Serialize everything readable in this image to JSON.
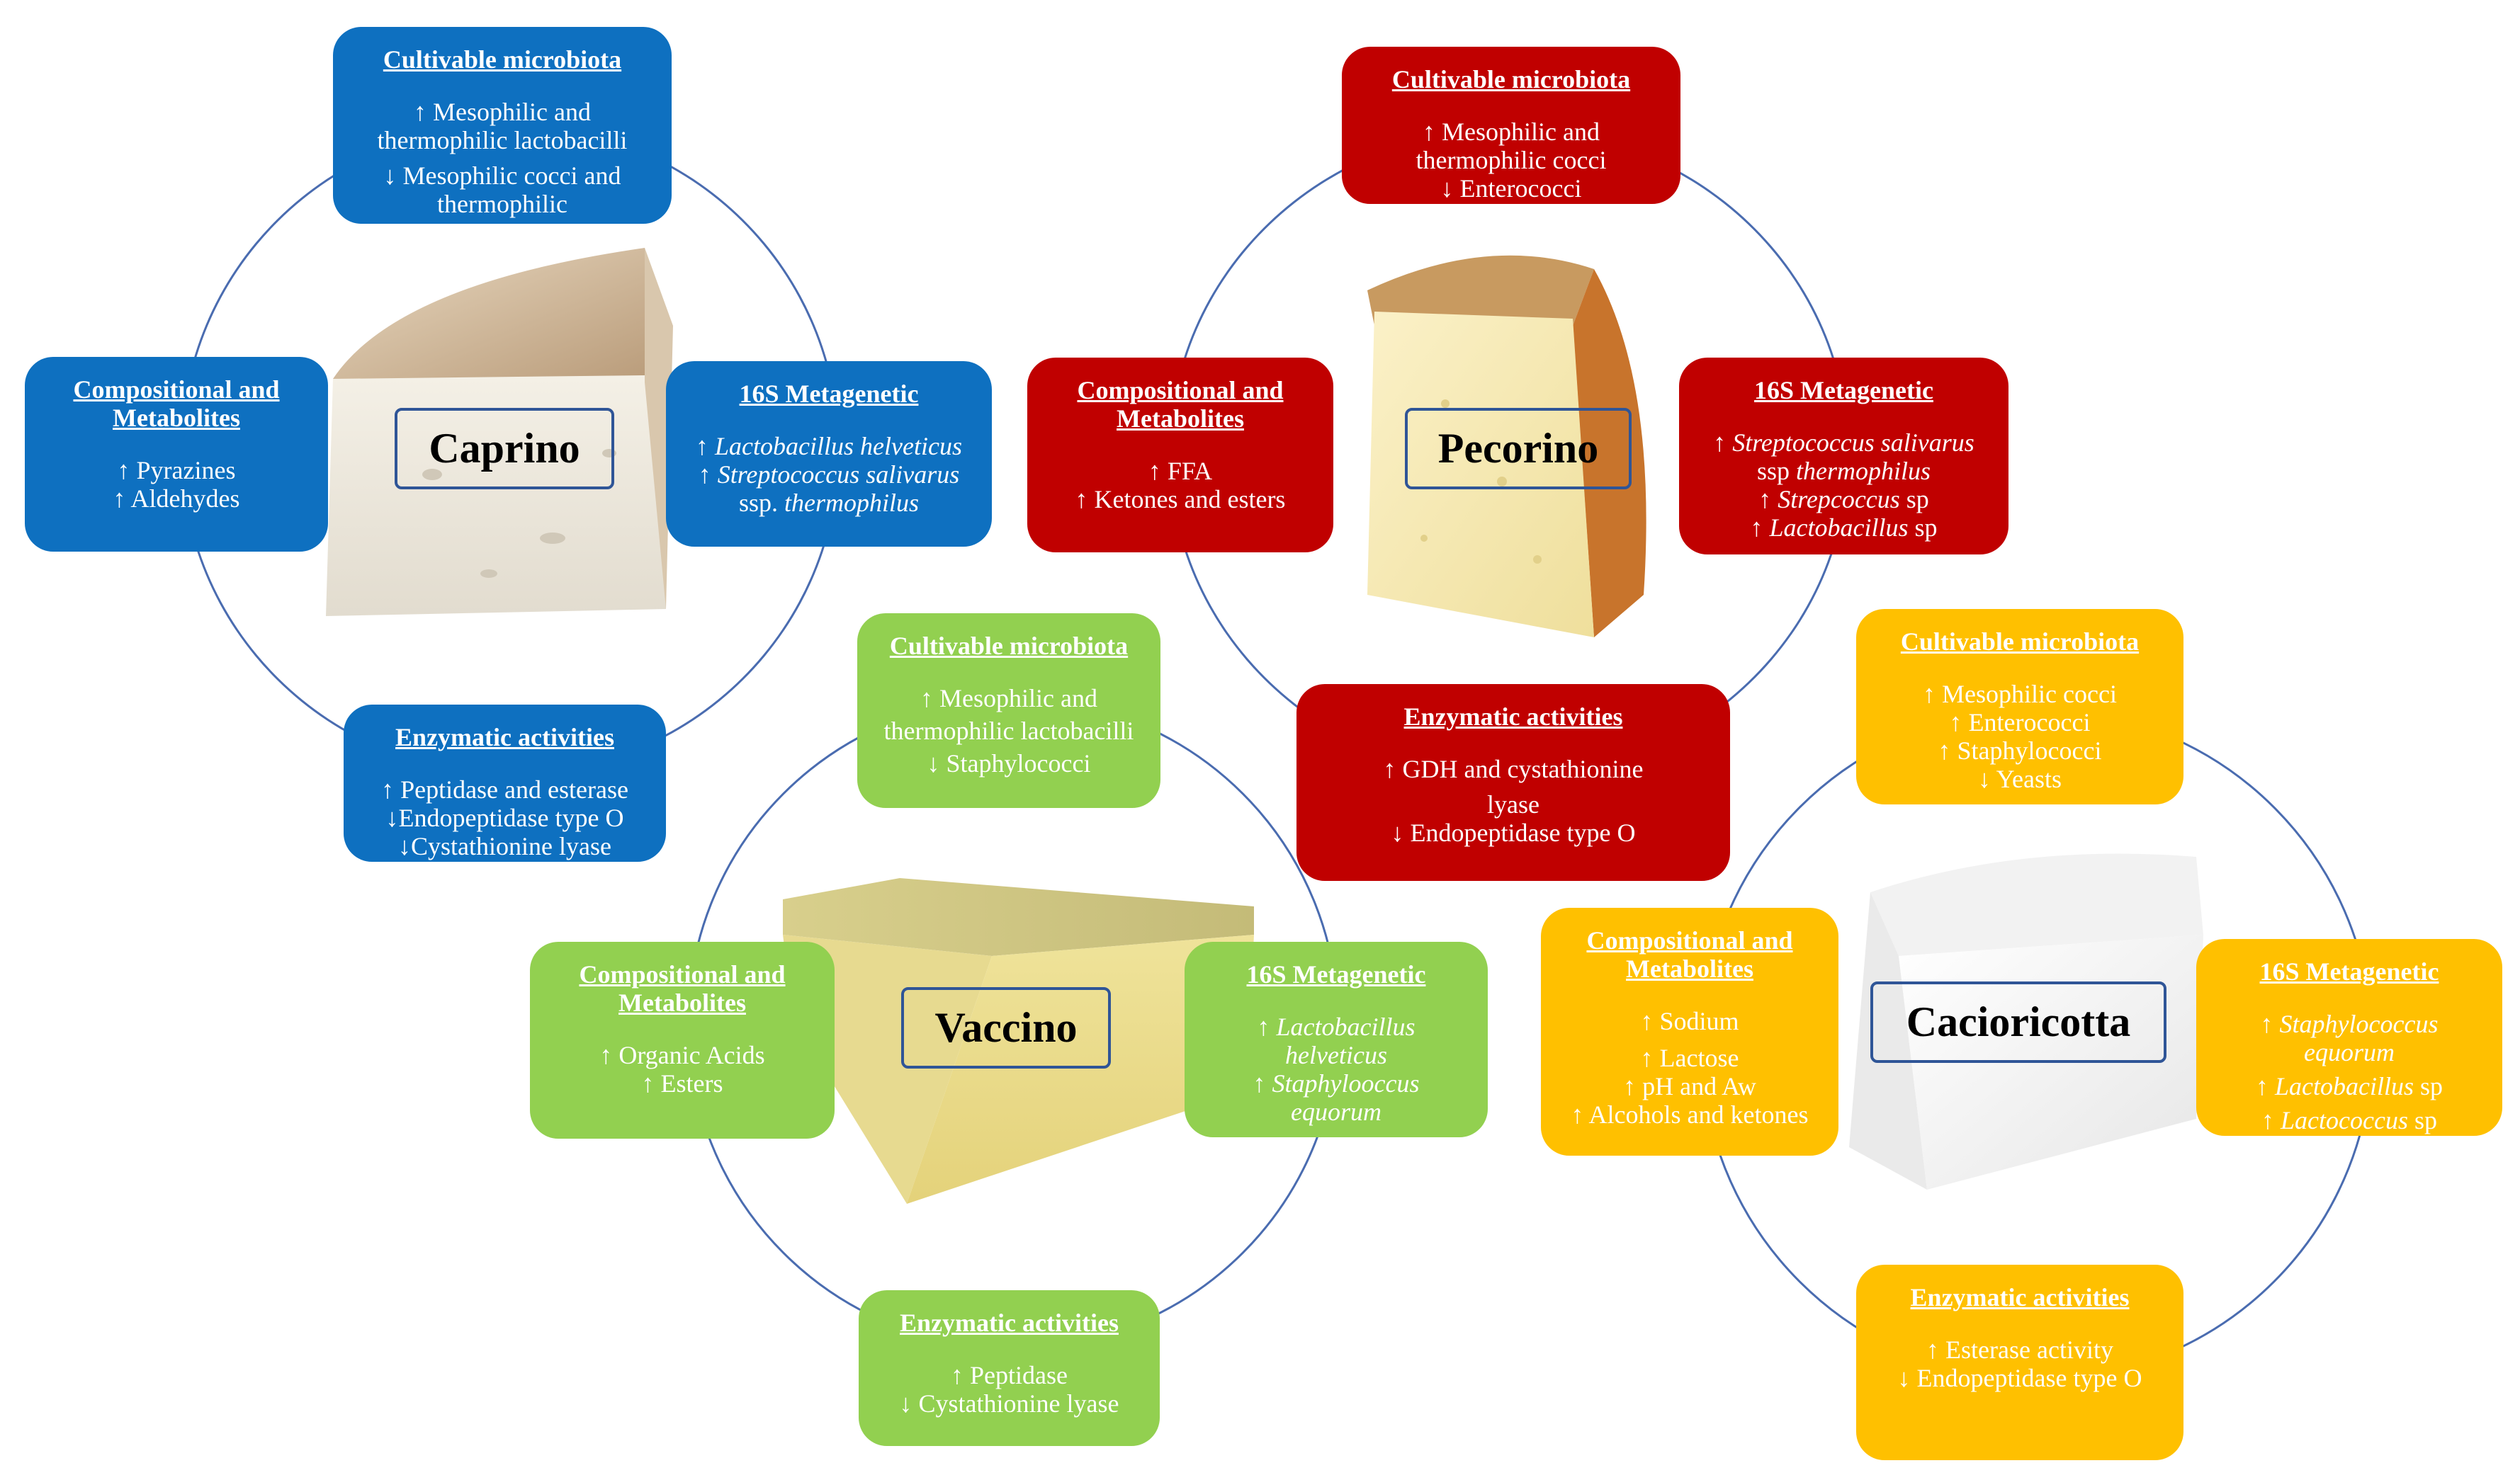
{
  "colors": {
    "caprino": "#0e70c0",
    "pecorino": "#c00000",
    "vaccino": "#92d050",
    "cacioricotta": "#ffc000",
    "ring": "#4a6cb0"
  },
  "cheeses": [
    {
      "name": "Caprino",
      "boxes": {
        "cultivable": {
          "title": "Cultivable microbiota",
          "lines": [
            [
              "↑ Mesophilic and",
              "thermophilic lactobacilli"
            ],
            [
              "↓ Mesophilic cocci and",
              "thermophilic"
            ]
          ]
        },
        "metagenetic": {
          "title": "16S Metagenetic",
          "lines": [
            [
              "↑ ",
              "Lactobacillus helveticus"
            ],
            [
              "↑ ",
              "Streptococcus  salivarus"
            ],
            [
              "ssp. ",
              "thermophilus"
            ]
          ]
        },
        "enzymatic": {
          "title": "Enzymatic activities",
          "lines": [
            "↑ Peptidase and esterase",
            "↓Endopeptidase type O",
            "↓Cystathionine lyase"
          ]
        },
        "compositional": {
          "title": "Compositional and Metabolites",
          "lines": [
            "↑ Pyrazines",
            "↑ Aldehydes"
          ]
        }
      }
    },
    {
      "name": "Pecorino",
      "boxes": {
        "cultivable": {
          "title": "Cultivable microbiota",
          "lines": [
            "↑ Mesophilic and",
            "thermophilic cocci",
            "↓ Enterococci"
          ]
        },
        "metagenetic": {
          "title": "16S Metagenetic",
          "lines": [
            [
              "↑ ",
              "Streptococcus salivarus"
            ],
            [
              "ssp ",
              "thermophilus"
            ],
            [
              "↑ ",
              "Strepcoccus",
              " sp"
            ],
            [
              "↑ ",
              "Lactobacillus",
              " sp"
            ]
          ]
        },
        "enzymatic": {
          "title": "Enzymatic activities",
          "lines": [
            "↑ GDH and cystathionine",
            "lyase",
            "↓ Endopeptidase type O"
          ]
        },
        "compositional": {
          "title": "Compositional and Metabolites",
          "lines": [
            "↑ FFA",
            "↑ Ketones and esters"
          ]
        }
      }
    },
    {
      "name": "Vaccino",
      "boxes": {
        "cultivable": {
          "title": "Cultivable microbiota",
          "lines": [
            "↑ Mesophilic  and",
            "thermophilic lactobacilli",
            "↓ Staphylococci"
          ]
        },
        "metagenetic": {
          "title": "16S Metagenetic",
          "lines": [
            [
              "↑ ",
              "Lactobacillus"
            ],
            [
              "",
              "helveticus"
            ],
            [
              "↑ ",
              "Staphylooccus"
            ],
            [
              "",
              "equorum"
            ]
          ]
        },
        "enzymatic": {
          "title": "Enzymatic activities",
          "lines": [
            "↑ Peptidase",
            "↓ Cystathionine lyase"
          ]
        },
        "compositional": {
          "title": "Compositional and Metabolites",
          "lines": [
            "↑ Organic Acids",
            "↑ Esters"
          ]
        }
      }
    },
    {
      "name": "Cacioricotta",
      "boxes": {
        "cultivable": {
          "title": "Cultivable microbiota",
          "lines": [
            "↑ Mesophilic cocci",
            "↑ Enterococci",
            "↑ Staphylococci",
            "↓ Yeasts"
          ]
        },
        "metagenetic": {
          "title": "16S Metagenetic",
          "lines": [
            [
              "↑ ",
              "Staphylococcus"
            ],
            [
              "",
              "equorum"
            ],
            [
              "↑ ",
              "Lactobacillus",
              " sp"
            ],
            [
              "↑ ",
              "Lactococcus",
              " sp"
            ]
          ]
        },
        "enzymatic": {
          "title": "Enzymatic activities",
          "lines": [
            "↑ Esterase activity",
            "↓ Endopeptidase type O"
          ]
        },
        "compositional": {
          "title": "Compositional and Metabolites",
          "lines": [
            "↑ Sodium",
            "↑ Lactose",
            "↑ pH and Aw",
            "↑ Alcohols and ketones"
          ]
        }
      }
    }
  ]
}
